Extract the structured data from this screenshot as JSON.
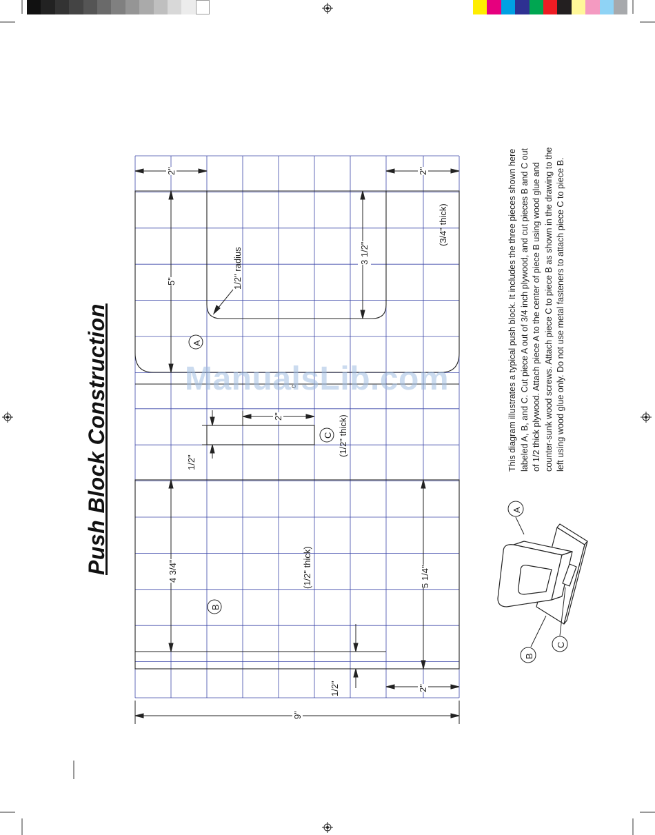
{
  "colors": {
    "grid": "#3b46a8",
    "line": "#222222",
    "gray_bar": [
      "#111111",
      "#222222",
      "#333333",
      "#444444",
      "#555555",
      "#6a6a6a",
      "#808080",
      "#959595",
      "#aaaaaa",
      "#bfbfbf",
      "#d8d8d8",
      "#ececec",
      "#ffffff"
    ],
    "color_bar": [
      "#ffed00",
      "#e6007e",
      "#00a0e3",
      "#2e3192",
      "#00a651",
      "#ed1c24",
      "#231f20",
      "#fff799",
      "#f49ac1",
      "#8fd3f5",
      "#a7a9ac"
    ]
  },
  "page": {
    "title": "Push Block Construction",
    "watermark": "ManualsLib.com",
    "description": "This diagram illustrates a typical push block. It includes the three pieces shown here labeled A, B, and C. Cut piece A out of 3/4 inch plywood, and cut pieces B and C out of 1/2 thick plywood. Attach piece A to the center of piece B using wood glue and counter-sunk wood screws. Attach piece C to piece B as shown in the drawing to the left using wood glue only. Do not use metal fasteners to attach piece C to piece B."
  },
  "drawing": {
    "labels": {
      "a": "A",
      "b": "B",
      "c": "C",
      "dim_9": "9\"",
      "dim_2_top_a": "2\"",
      "dim_2_top_b": "2\"",
      "dim_5": "5\"",
      "dim_3_5": "3 1/2\"",
      "radius": "1/2\" radius",
      "thick_a": "(3/4\" thick)",
      "dim_2_c": "2\"",
      "half_c": "1/2\"",
      "thick_c": "(1/2\" thick)",
      "dim_4_75": "4 3/4\"",
      "dim_5_25": "5 1/4\"",
      "thick_b": "(1/2\" thick)",
      "half_b": "1/2\"",
      "dim_2_bottom": "2\"",
      "cut_c": "c"
    }
  },
  "iso": {
    "a": "A",
    "b": "B",
    "c": "C"
  }
}
